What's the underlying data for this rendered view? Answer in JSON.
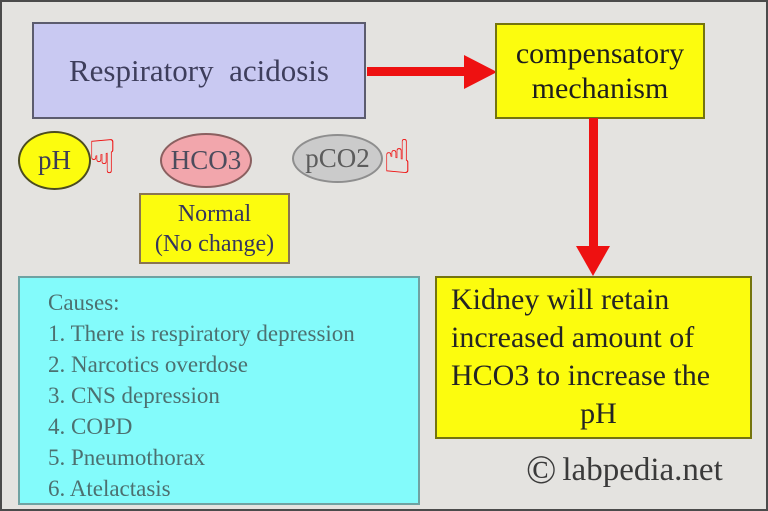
{
  "colors": {
    "background": "#e4e3e0",
    "frame_border": "#4b4b4b",
    "accent_red": "#ee1111",
    "box_lavender": "#c9c9f2",
    "box_yellow": "#fcfc0e",
    "box_cyan": "#83fbfb",
    "ellipse_pink": "#f2a6ac",
    "ellipse_gray": "#cbcbcb"
  },
  "title_box": {
    "label": "Respiratory  acidosis"
  },
  "compensatory_box": {
    "label": "compensatory mechanism"
  },
  "indicators": {
    "ph": {
      "label": "pH",
      "trend": "down"
    },
    "hco3": {
      "label": "HCO3",
      "trend": "normal"
    },
    "pco2": {
      "label": "pCO2",
      "trend": "up"
    }
  },
  "icons": {
    "ph_trend_down_hand": "☟",
    "pco2_trend_up_hand": "☝"
  },
  "normal_box": {
    "line1": "Normal",
    "line2": "(No change)"
  },
  "causes_box": {
    "title": "Causes:",
    "items": [
      "1. There is respiratory depression",
      "2. Narcotics overdose",
      "3. CNS depression",
      "4. COPD",
      "5. Pneumothorax",
      "6. Atelactasis"
    ]
  },
  "kidney_box": {
    "lines": [
      "Kidney will retain",
      "increased amount of",
      "HCO3 to increase the",
      "pH"
    ]
  },
  "watermark": {
    "symbol": "©",
    "text": "labpedia.net"
  }
}
